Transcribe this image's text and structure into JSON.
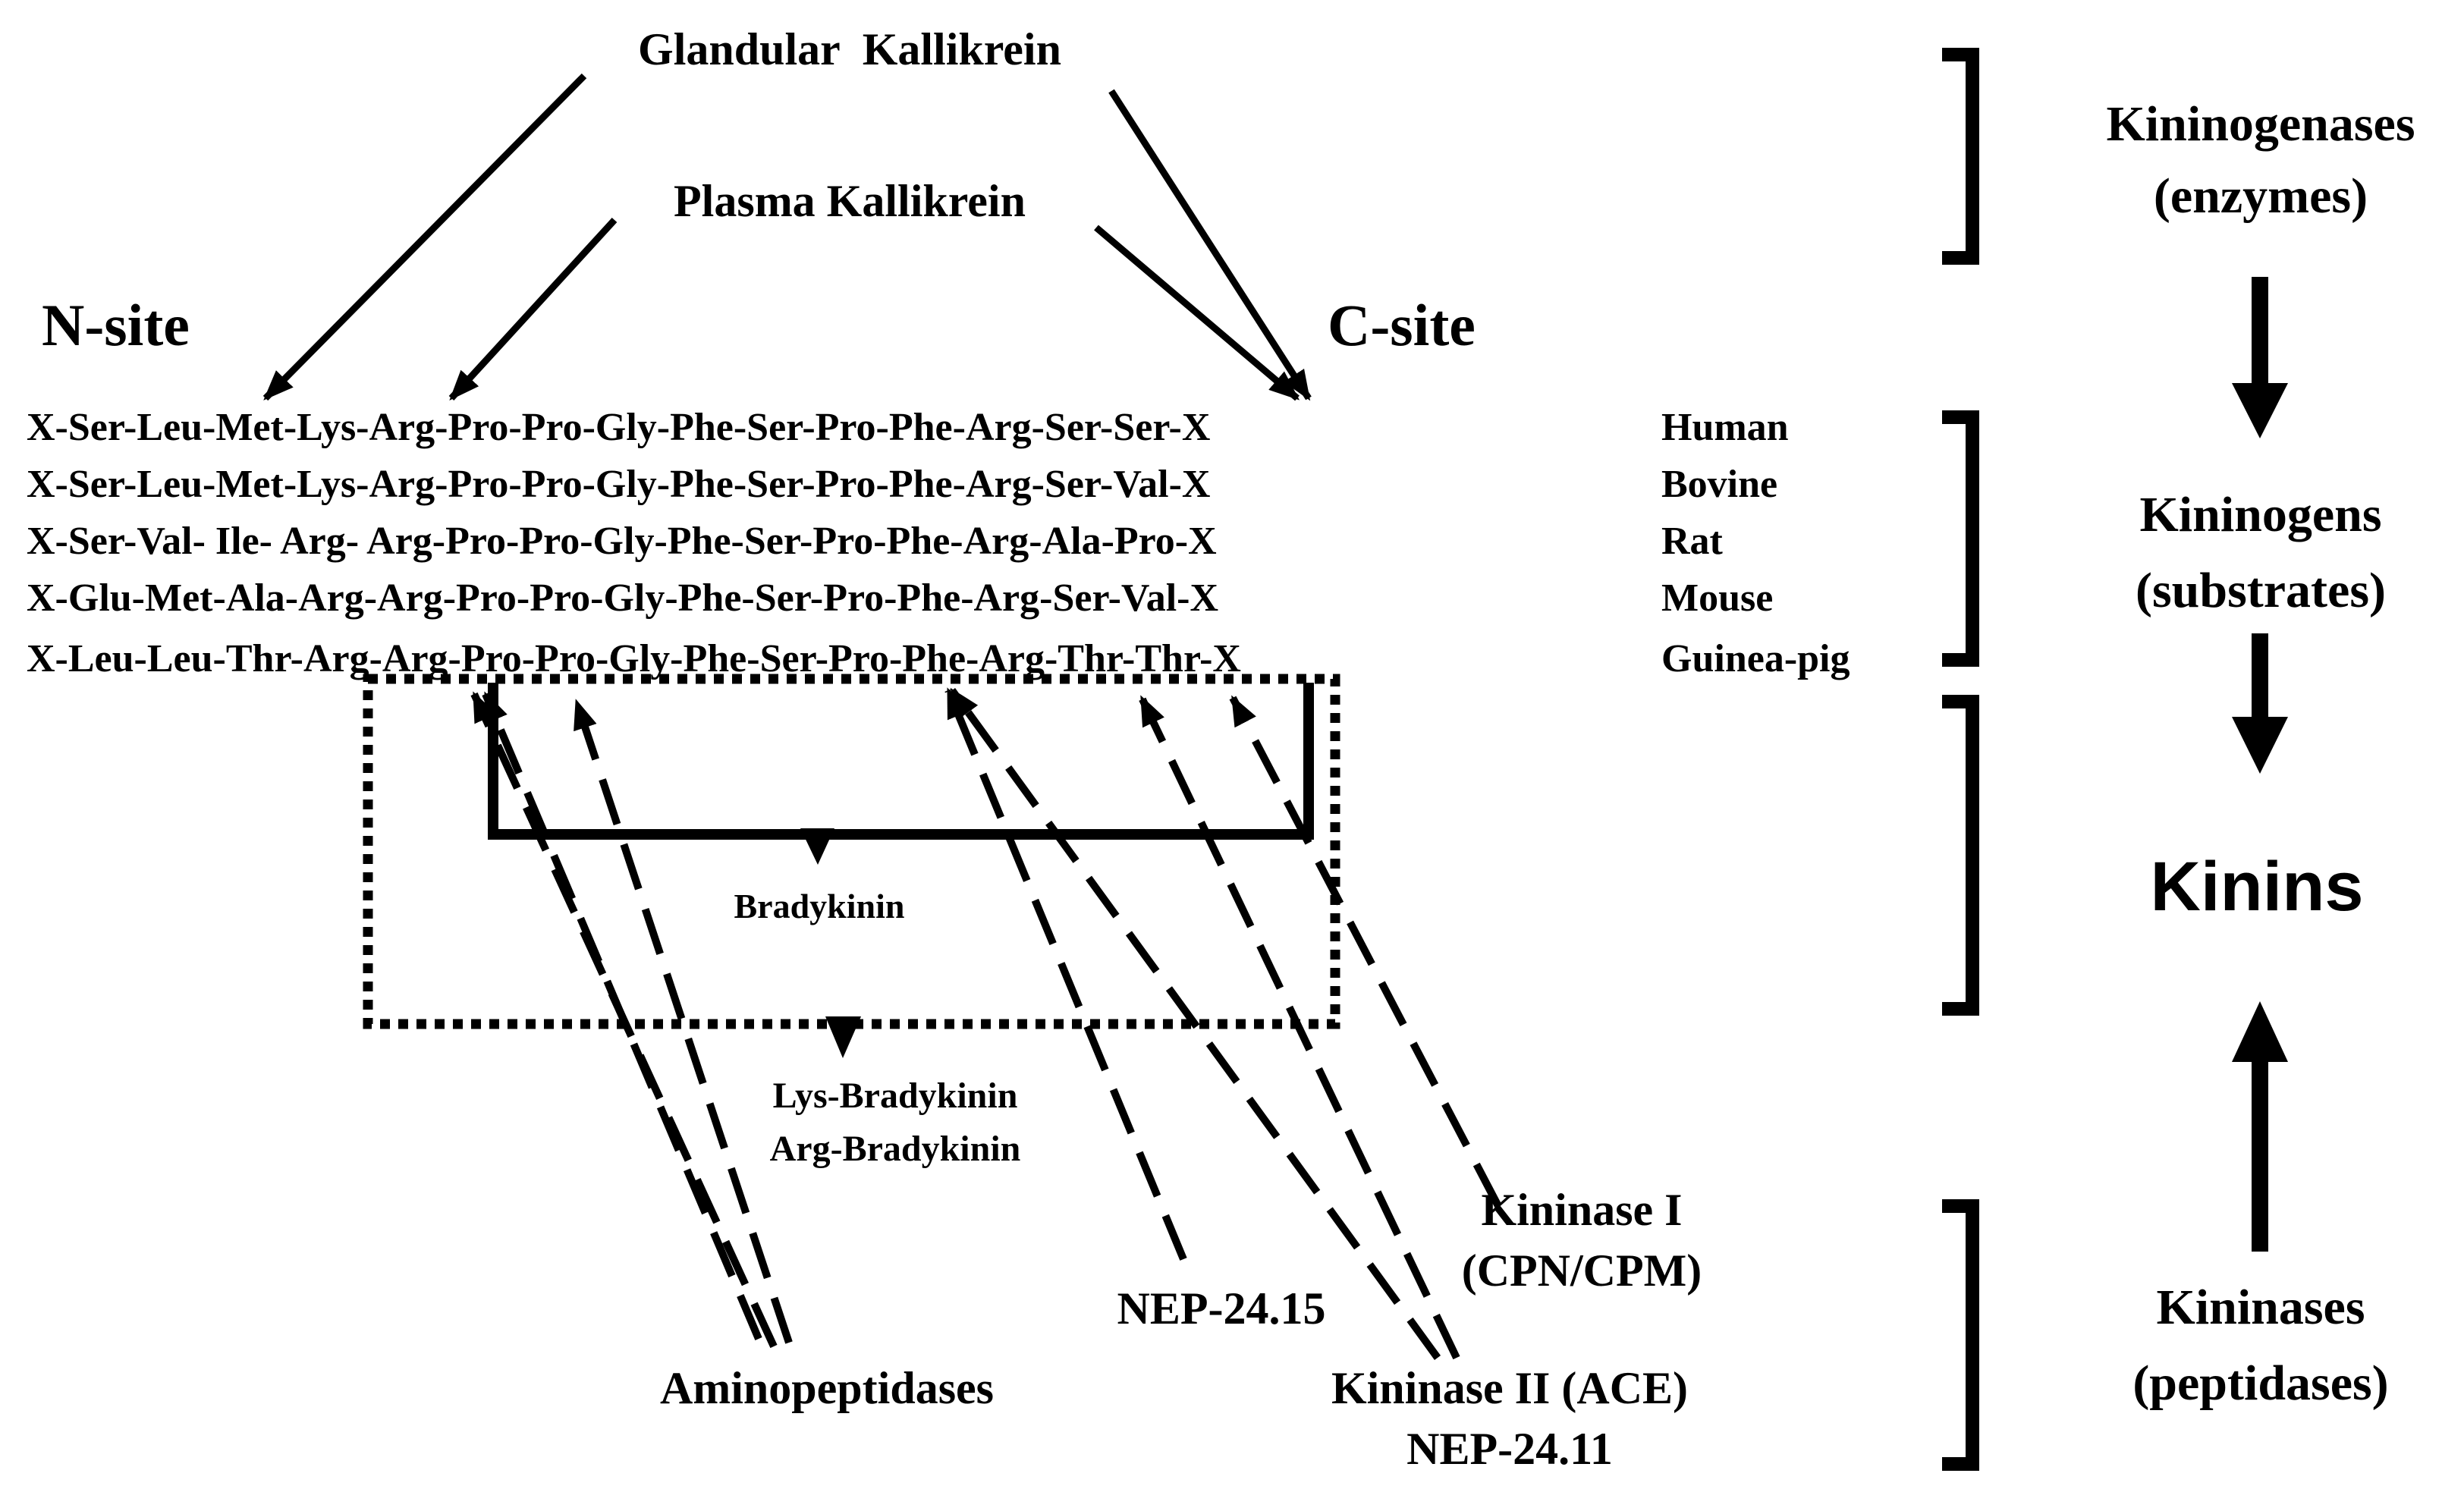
{
  "enzymes": {
    "glandular": "Glandular  Kallikrein",
    "plasma": "Plasma Kallikrein"
  },
  "sites": {
    "n": "N-site",
    "c": "C-site"
  },
  "sequences": [
    {
      "seq": "X-Ser-Leu-Met-Lys-Arg-Pro-Pro-Gly-Phe-Ser-Pro-Phe-Arg-Ser-Ser-X",
      "species": "Human"
    },
    {
      "seq": "X-Ser-Leu-Met-Lys-Arg-Pro-Pro-Gly-Phe-Ser-Pro-Phe-Arg-Ser-Val-X",
      "species": "Bovine"
    },
    {
      "seq": "X-Ser-Val- Ile- Arg- Arg-Pro-Pro-Gly-Phe-Ser-Pro-Phe-Arg-Ala-Pro-X",
      "species": "Rat"
    },
    {
      "seq": "X-Glu-Met-Ala-Arg-Arg-Pro-Pro-Gly-Phe-Ser-Pro-Phe-Arg-Ser-Val-X",
      "species": "Mouse"
    },
    {
      "seq": "X-Leu-Leu-Thr-Arg-Arg-Pro-Pro-Gly-Phe-Ser-Pro-Phe-Arg-Thr-Thr-X",
      "species": "Guinea-pig"
    }
  ],
  "products": {
    "bradykinin": "Bradykinin",
    "lys_bk": "Lys-Bradykinin",
    "arg_bk": "Arg-Bradykinin"
  },
  "peptidases": {
    "aminopeptidases": "Aminopeptidases",
    "nep2415": "NEP-24.15",
    "kininase1_a": "Kininase I",
    "kininase1_b": "(CPN/CPM)",
    "kininase2": "Kininase II (ACE)",
    "nep2411": "NEP-24.11"
  },
  "categories": {
    "kininogenases_1": "Kininogenases",
    "kininogenases_2": "(enzymes)",
    "kininogens_1": "Kininogens",
    "kininogens_2": "(substrates)",
    "kinins": "Kinins",
    "kininases_1": "Kininases",
    "kininases_2": "(peptidases)"
  }
}
